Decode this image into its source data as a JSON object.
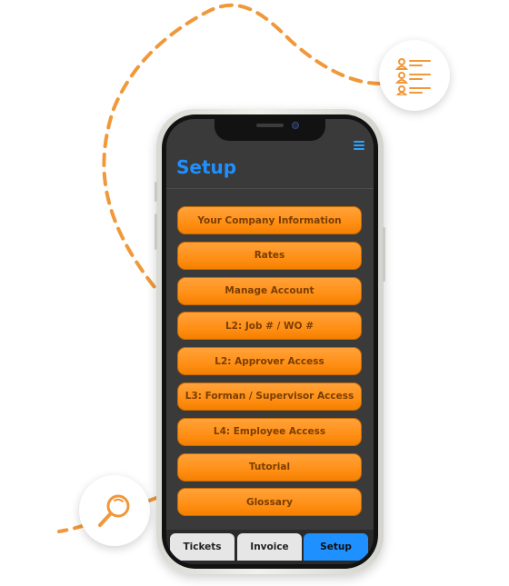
{
  "screen": {
    "title": "Setup"
  },
  "menu": {
    "items": [
      {
        "label": "Your Company Information"
      },
      {
        "label": "Rates"
      },
      {
        "label": "Manage Account"
      },
      {
        "label": "L2: Job # / WO #"
      },
      {
        "label": "L2: Approver Access"
      },
      {
        "label": "L3: Forman / Supervisor Access"
      },
      {
        "label": "L4: Employee Access"
      },
      {
        "label": "Tutorial"
      },
      {
        "label": "Glossary"
      }
    ]
  },
  "tabs": [
    {
      "label": "Tickets",
      "active": false
    },
    {
      "label": "Invoice",
      "active": false
    },
    {
      "label": "Setup",
      "active": true
    }
  ],
  "icons": {
    "menu": "hamburger-menu-icon",
    "user_list": "user-list-icon",
    "search": "search-icon"
  },
  "colors": {
    "accent_orange": "#ff8f15",
    "accent_blue": "#1e90ff",
    "screen_bg": "#3a3a3a",
    "deco_dash": "#f0983a"
  }
}
